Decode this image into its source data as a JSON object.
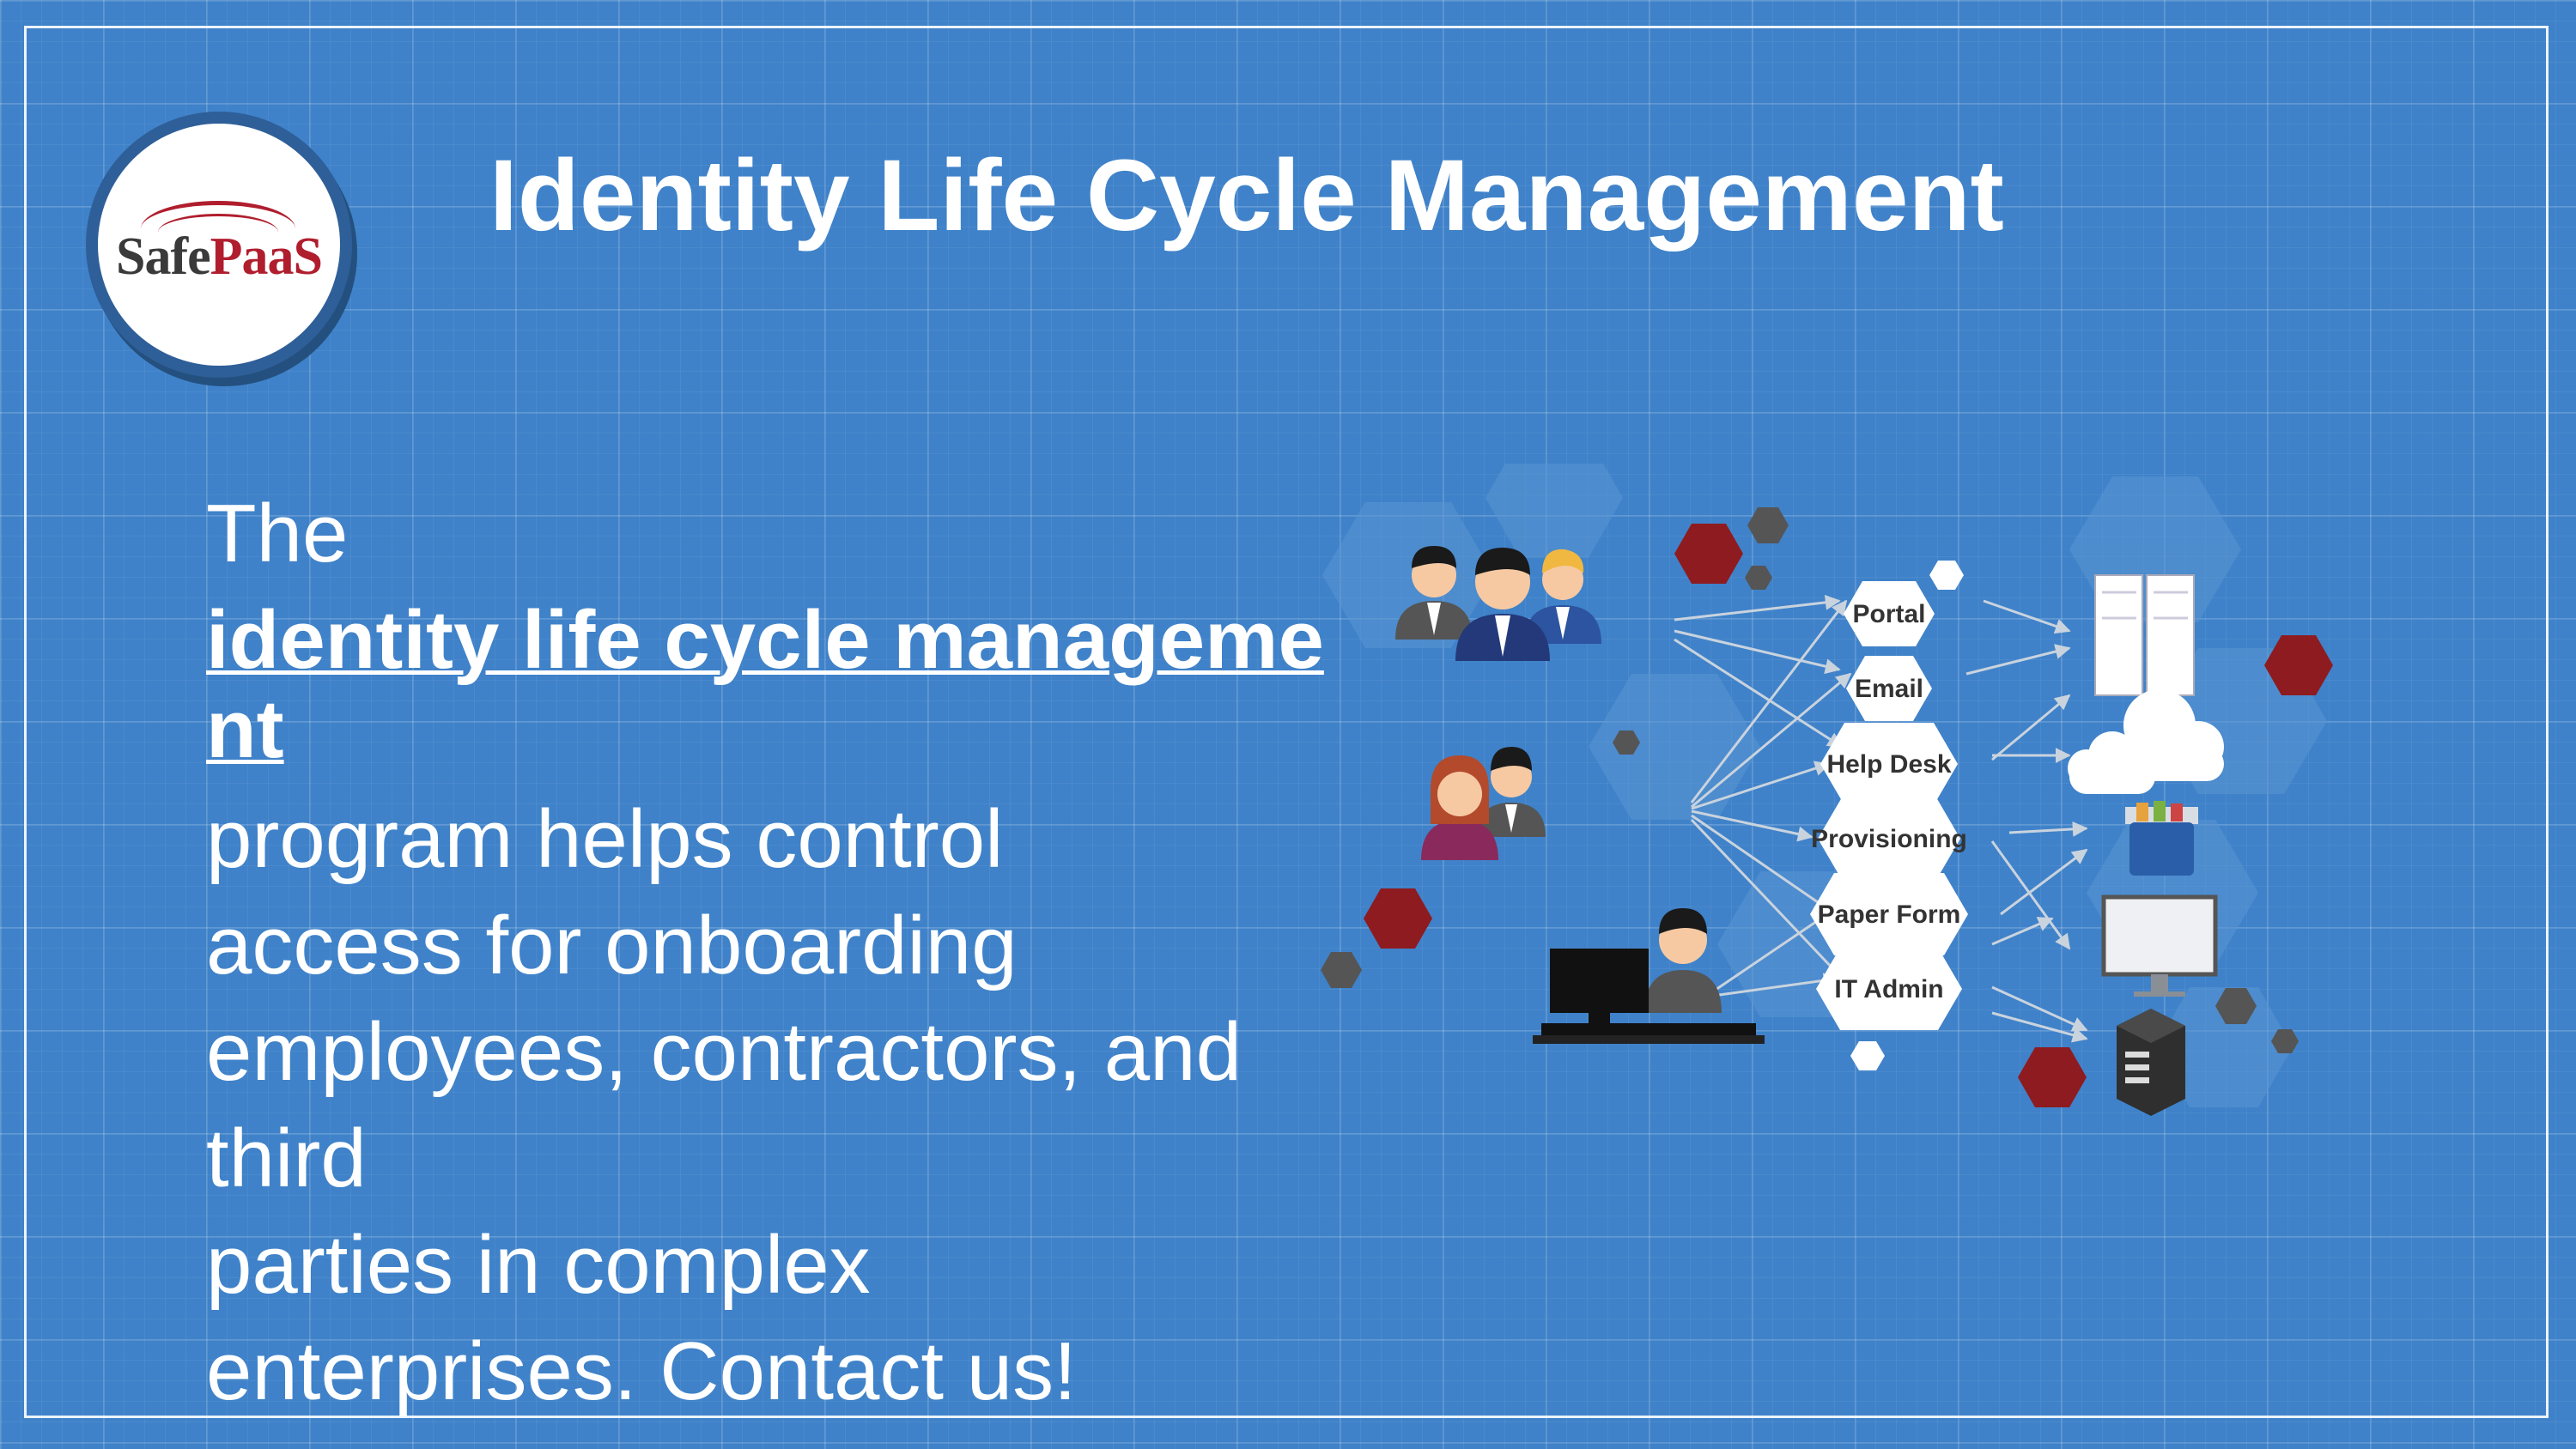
{
  "logo": {
    "part1": "Safe",
    "part2": "PaaS"
  },
  "title": "Identity Life Cycle Management",
  "body": {
    "lead": "The",
    "link": "identity life cycle management",
    "lines": [
      " program helps control",
      "access for onboarding",
      "employees, contractors, and",
      "third",
      "parties in complex",
      "enterprises. Contact us!"
    ]
  },
  "diagram": {
    "channels": [
      "Portal",
      "Email",
      "Help Desk",
      "Provisioning",
      "Paper Form",
      "IT Admin"
    ]
  },
  "colors": {
    "background": "#3f82c9",
    "accent_red": "#8e1b1f",
    "hex_gray": "#555555"
  }
}
